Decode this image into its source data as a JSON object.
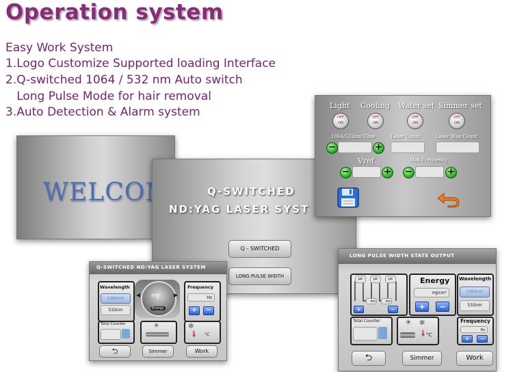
{
  "title": "Operation system",
  "features": [
    "Easy Work System",
    "1.Logo Customize Supported loading Interface",
    "2.Q-switched 1064 / 532 nm Auto switch",
    "   Long Pulse Mode for hair removal",
    "3.Auto Detection & Alarm system"
  ],
  "welcome": {
    "text": "WELCOME"
  },
  "mode_select": {
    "line1": "Q-SWITCHED",
    "line2": "ND:YAG LASER SYST",
    "qswitched_button": "Q - SWITCHED",
    "long_pulse_button": "LONG PULSE WIDTH"
  },
  "settings": {
    "labels": {
      "light": "Light",
      "cooling": "Cooling",
      "water": "Water set",
      "simmer": "Simmer set"
    },
    "toggle_off": "OFF",
    "toggle_on": "ON",
    "time_label": "1064/532nm Time",
    "laser_count": "Laser Count",
    "laser_max_count": "Laser Max Count",
    "vref": "Vref",
    "max_frequency": "Max Frequency",
    "plus": "+",
    "minus": "−"
  },
  "qs_screen": {
    "header": "Q-SWITCHED  ND:YAG LASER SYSTEM",
    "wavelength_label": "Wavelength",
    "wl_1064": "1064nm",
    "wl_532": "532nm",
    "dial_unit": "mJ",
    "energy_label": "Energy",
    "frequency_label": "Frequency",
    "hz": "Hz",
    "plus": "+",
    "minus": "−",
    "total_counter": "Total Counter",
    "celsius": "°C",
    "simmer": "Simmer",
    "work": "Work"
  },
  "lp_screen": {
    "header": "LONG PULSE WIDTH STATE OUTPUT",
    "us1": "µs",
    "us2": "µs",
    "us3": "µs",
    "ms1": "ms",
    "ms2": "ms",
    "energy_label": "Energy",
    "energy_unit": "mJ/cm²",
    "wavelength_label": "Wavelength",
    "wl_1064": "1064nm",
    "wl_532": "532nm",
    "total_counter": "Total Counter",
    "celsius": "°C",
    "frequency_label": "Frequency",
    "hz": "Hz",
    "plus": "+",
    "minus": "−",
    "simmer": "Simmer",
    "work": "Work"
  }
}
